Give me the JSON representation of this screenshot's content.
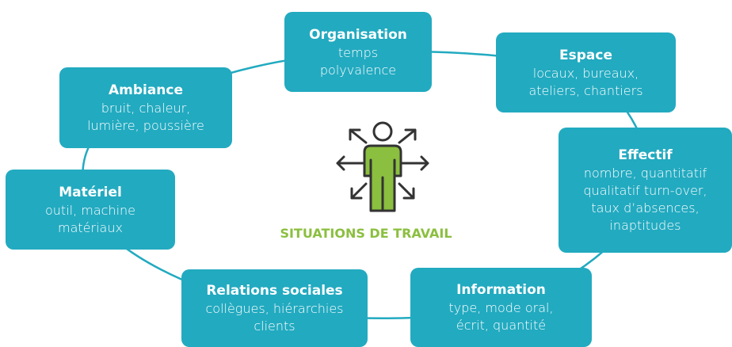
{
  "center": {
    "label": "SITUATIONS DE TRAVAIL",
    "icon": "person-arrows-icon"
  },
  "colors": {
    "box": "#22aac0",
    "ring": "#22aac0",
    "label": "#8bbf3f",
    "icon_fill": "#8bbf3f",
    "icon_stroke": "#333333"
  },
  "boxes": {
    "organisation": {
      "title": "Organisation",
      "lines": [
        "temps",
        "polyvalence"
      ]
    },
    "espace": {
      "title": "Espace",
      "lines": [
        "locaux, bureaux,",
        "ateliers, chantiers"
      ]
    },
    "ambiance": {
      "title": "Ambiance",
      "lines": [
        "bruit, chaleur,",
        "lumière, poussière"
      ]
    },
    "effectif": {
      "title": "Effectif",
      "lines": [
        "nombre, quantitatif",
        "qualitatif turn-over,",
        "taux d’absences,",
        "inaptitudes"
      ]
    },
    "materiel": {
      "title": "Matériel",
      "lines": [
        "outil, machine",
        "matériaux"
      ]
    },
    "relations": {
      "title": "Relations sociales",
      "lines": [
        "collègues, hiérarchies",
        "clients"
      ]
    },
    "information": {
      "title": "Information",
      "lines": [
        "type, mode oral,",
        "écrit, quantité"
      ]
    }
  }
}
